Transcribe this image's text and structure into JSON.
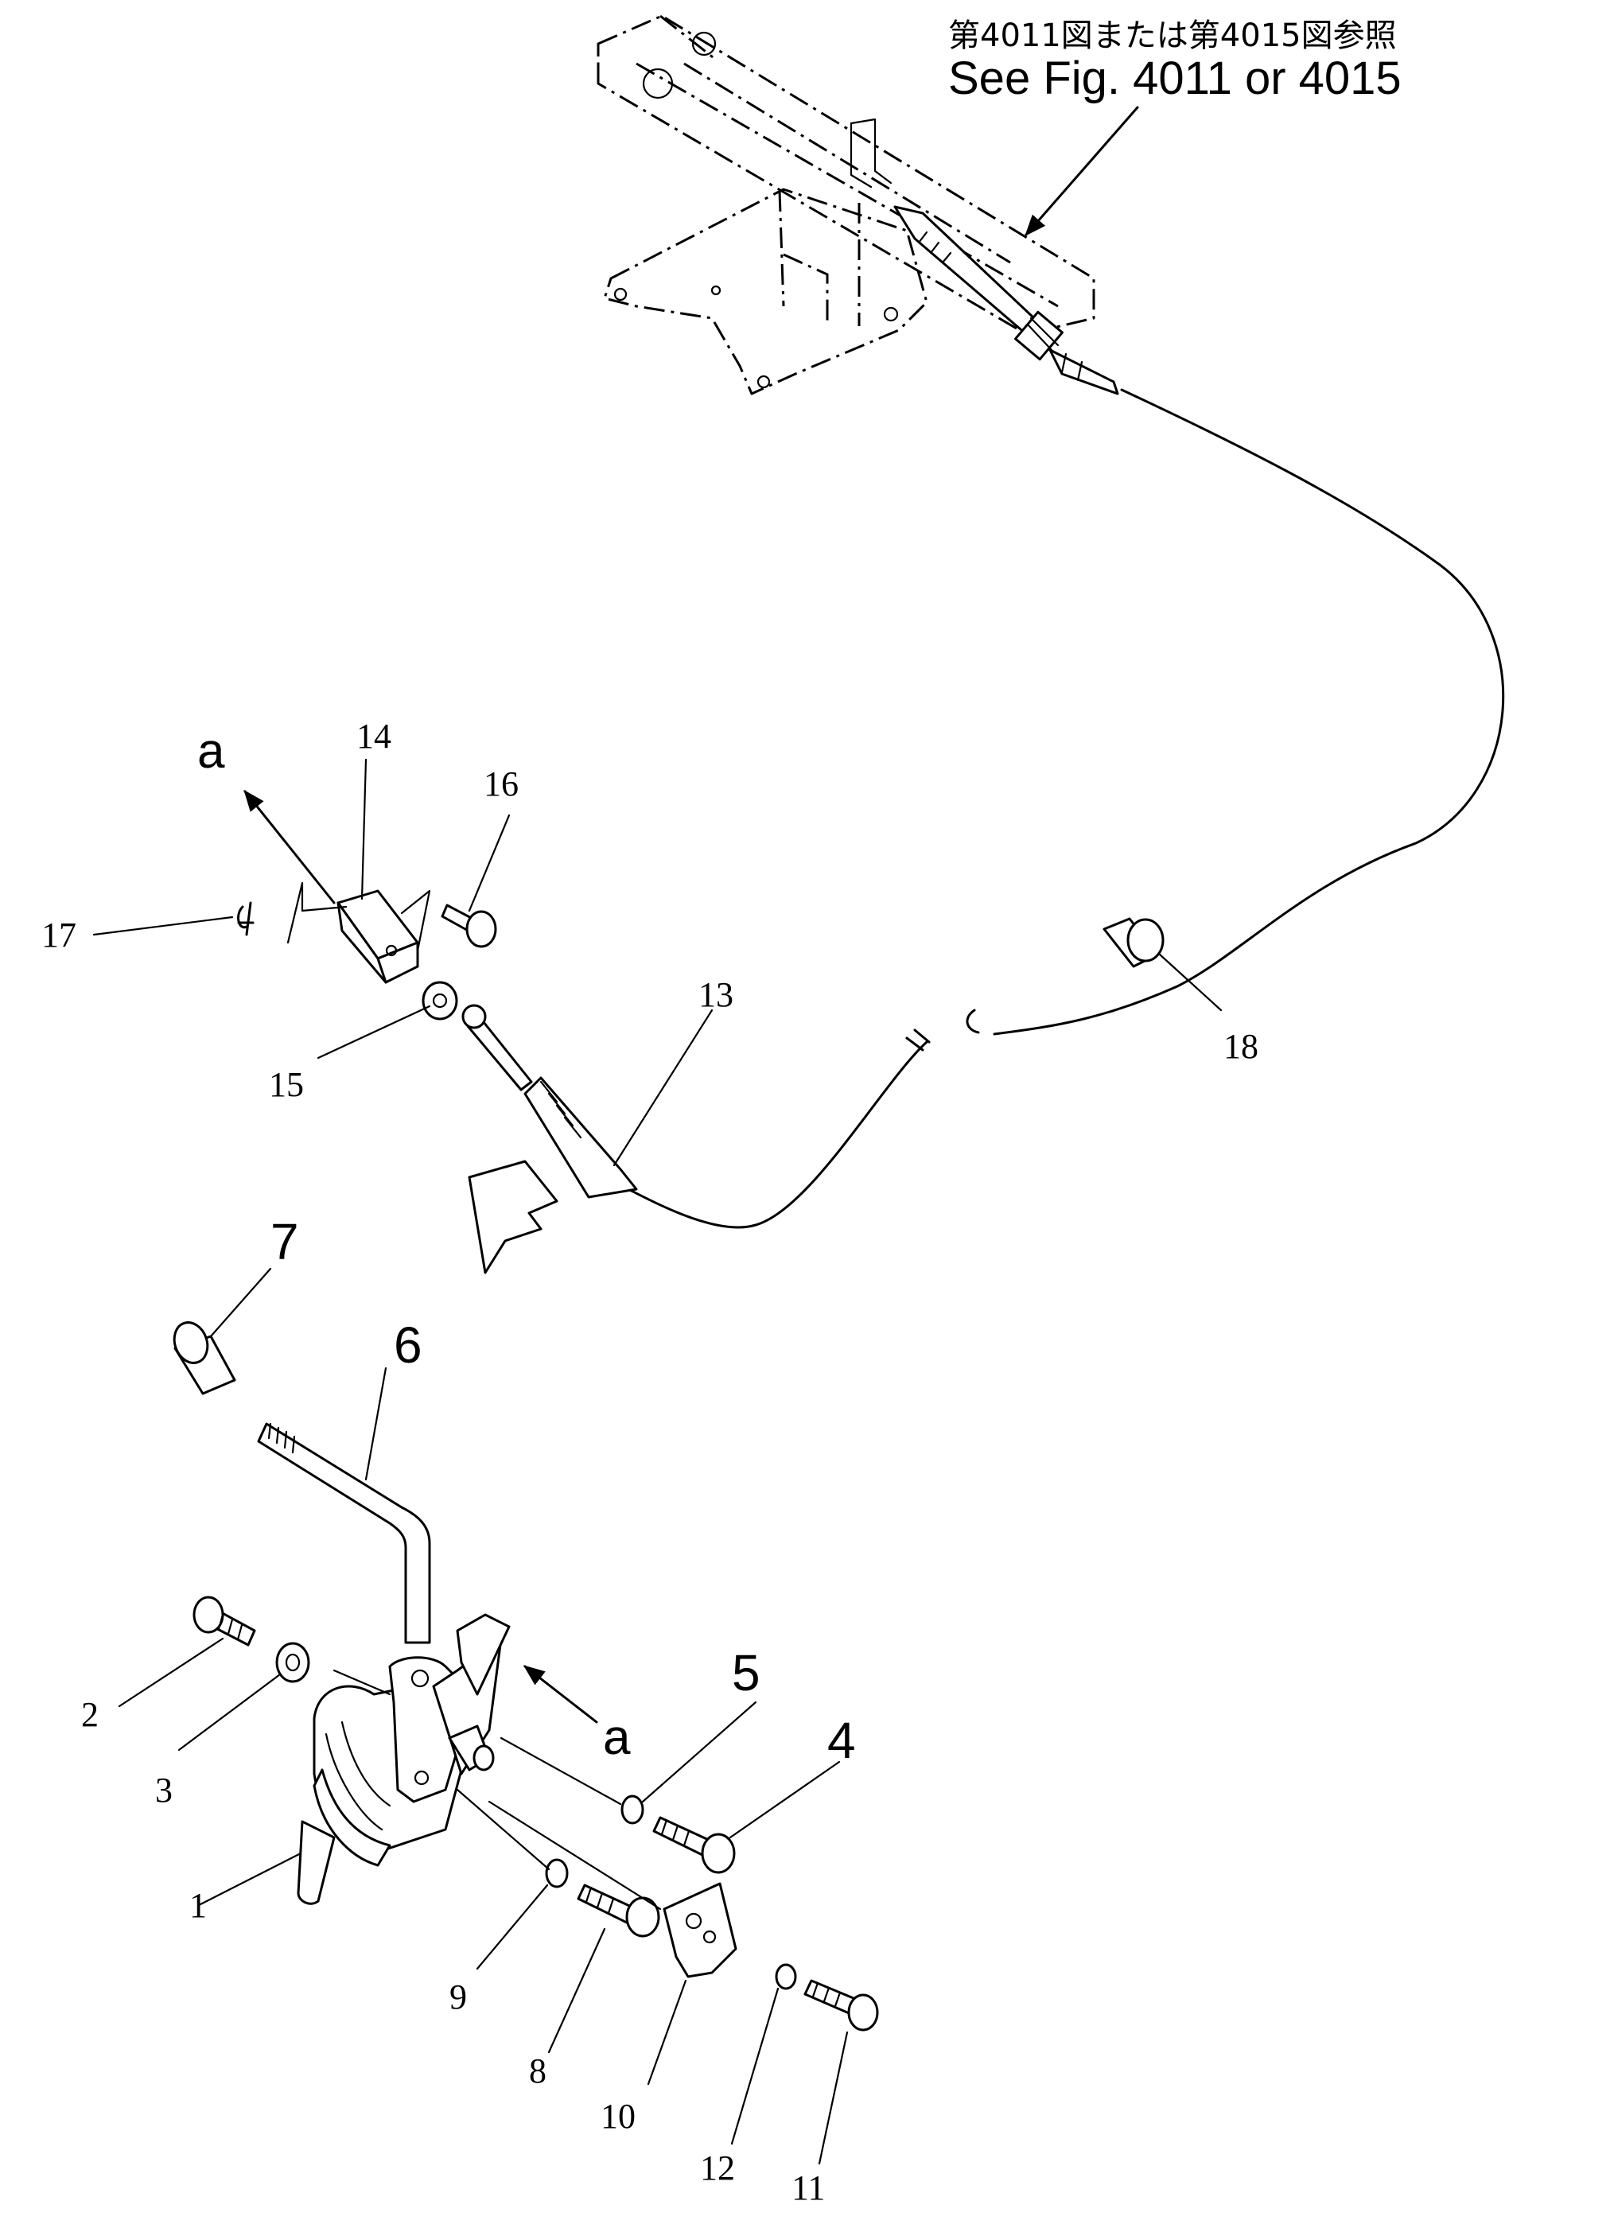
{
  "reference_note": {
    "japanese": "第4011図または第4015図参照",
    "english": "See Fig. 4011 or 4015"
  },
  "callouts": {
    "p1": "1",
    "p2": "2",
    "p3": "3",
    "p4": "4",
    "p5": "5",
    "p6": "6",
    "p7": "7",
    "p8": "8",
    "p9": "9",
    "p10": "10",
    "p11": "11",
    "p12": "12",
    "p13": "13",
    "p14": "14",
    "p15": "15",
    "p16": "16",
    "p17": "17",
    "p18": "18"
  },
  "connection_marks": {
    "upper": "a",
    "lower": "a"
  }
}
